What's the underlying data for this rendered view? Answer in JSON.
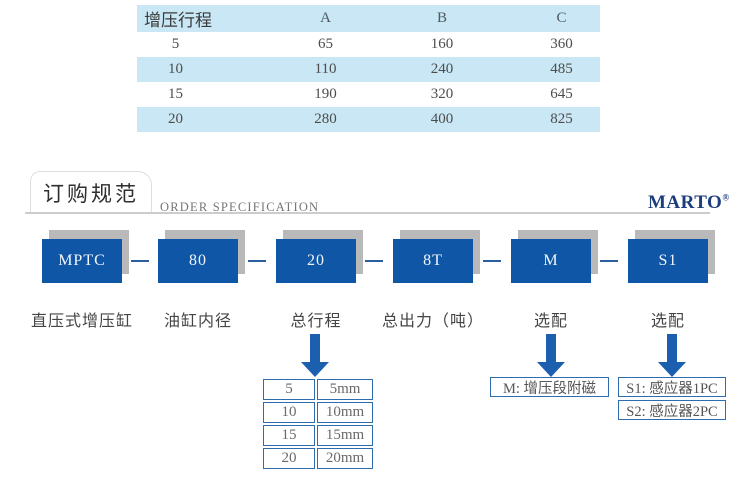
{
  "colors": {
    "code_box_blue": "#0f56a6",
    "shadow_gray": "#b9b9b9",
    "row_light_blue": "#c9e7f4",
    "option_border_blue": "#2e6cb0",
    "arrow_blue": "#1c5fae",
    "brand_navy": "#1c3e7d"
  },
  "spec_table": {
    "columns": [
      "增压行程",
      "A",
      "B",
      "C"
    ],
    "rows": [
      [
        "5",
        "65",
        "160",
        "360"
      ],
      [
        "10",
        "110",
        "240",
        "485"
      ],
      [
        "15",
        "190",
        "320",
        "645"
      ],
      [
        "20",
        "280",
        "400",
        "825"
      ]
    ]
  },
  "section_header": {
    "title_zh": "订购规范",
    "title_en": "ORDER SPECIFICATION",
    "brand": "MARTO",
    "brand_mark": "®"
  },
  "order_code": {
    "segments": [
      {
        "code": "MPTC",
        "label": "直压式增压缸"
      },
      {
        "code": "80",
        "label": "油缸内径"
      },
      {
        "code": "20",
        "label": "总行程"
      },
      {
        "code": "8T",
        "label": "总出力（吨）"
      },
      {
        "code": "M",
        "label": "选配"
      },
      {
        "code": "S1",
        "label": "选配"
      }
    ]
  },
  "stroke_options": {
    "rows": [
      [
        "5",
        "5mm"
      ],
      [
        "10",
        "10mm"
      ],
      [
        "15",
        "15mm"
      ],
      [
        "20",
        "20mm"
      ]
    ]
  },
  "option_m": {
    "items": [
      "M: 增压段附磁"
    ]
  },
  "option_s": {
    "items": [
      "S1: 感应器1PC",
      "S2: 感应器2PC"
    ]
  }
}
